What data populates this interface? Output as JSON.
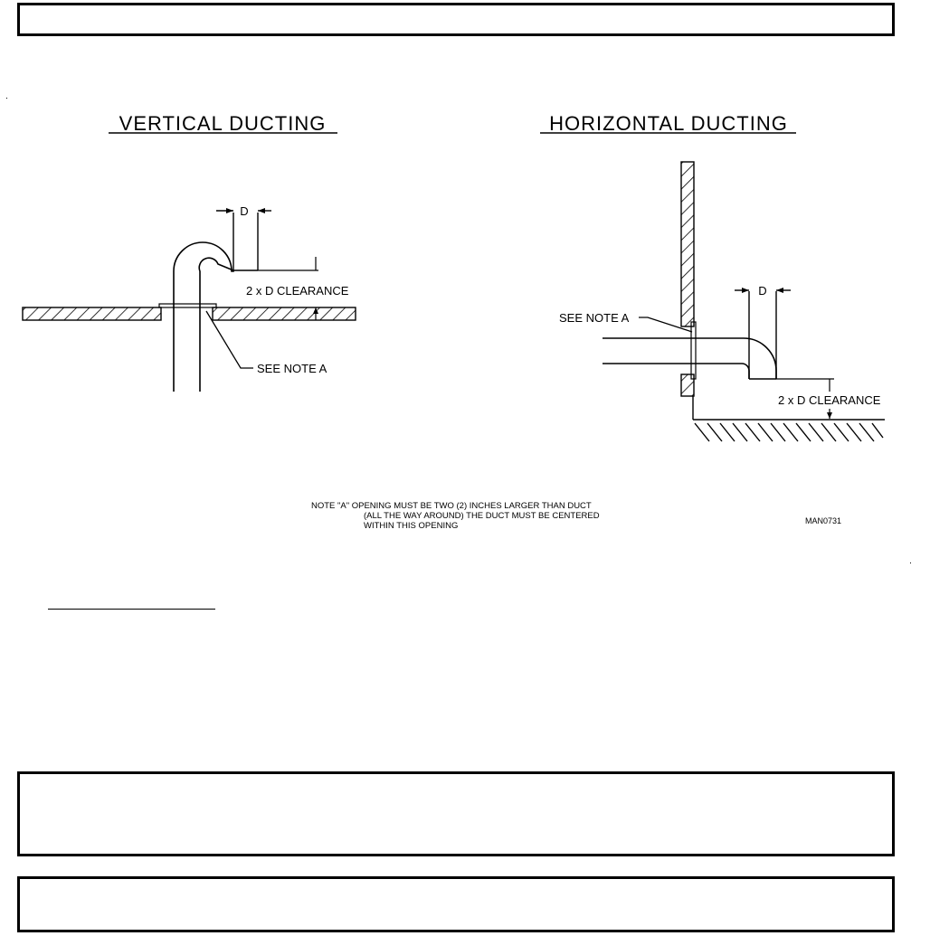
{
  "vertical": {
    "title": "VERTICAL DUCTING",
    "dim_label": "D",
    "clearance_label": "2 x D CLEARANCE",
    "note_ref": "SEE NOTE A"
  },
  "horizontal": {
    "title": "HORIZONTAL DUCTING",
    "dim_label": "D",
    "clearance_label": "2 x D CLEARANCE",
    "note_ref": "SEE NOTE A"
  },
  "note": {
    "line1": "NOTE \"A\" OPENING MUST BE TWO (2) INCHES LARGER THAN DUCT",
    "line2": "(ALL THE WAY AROUND) THE DUCT MUST BE CENTERED",
    "line3": "WITHIN THIS OPENING"
  },
  "drawing_code": "MAN0731"
}
